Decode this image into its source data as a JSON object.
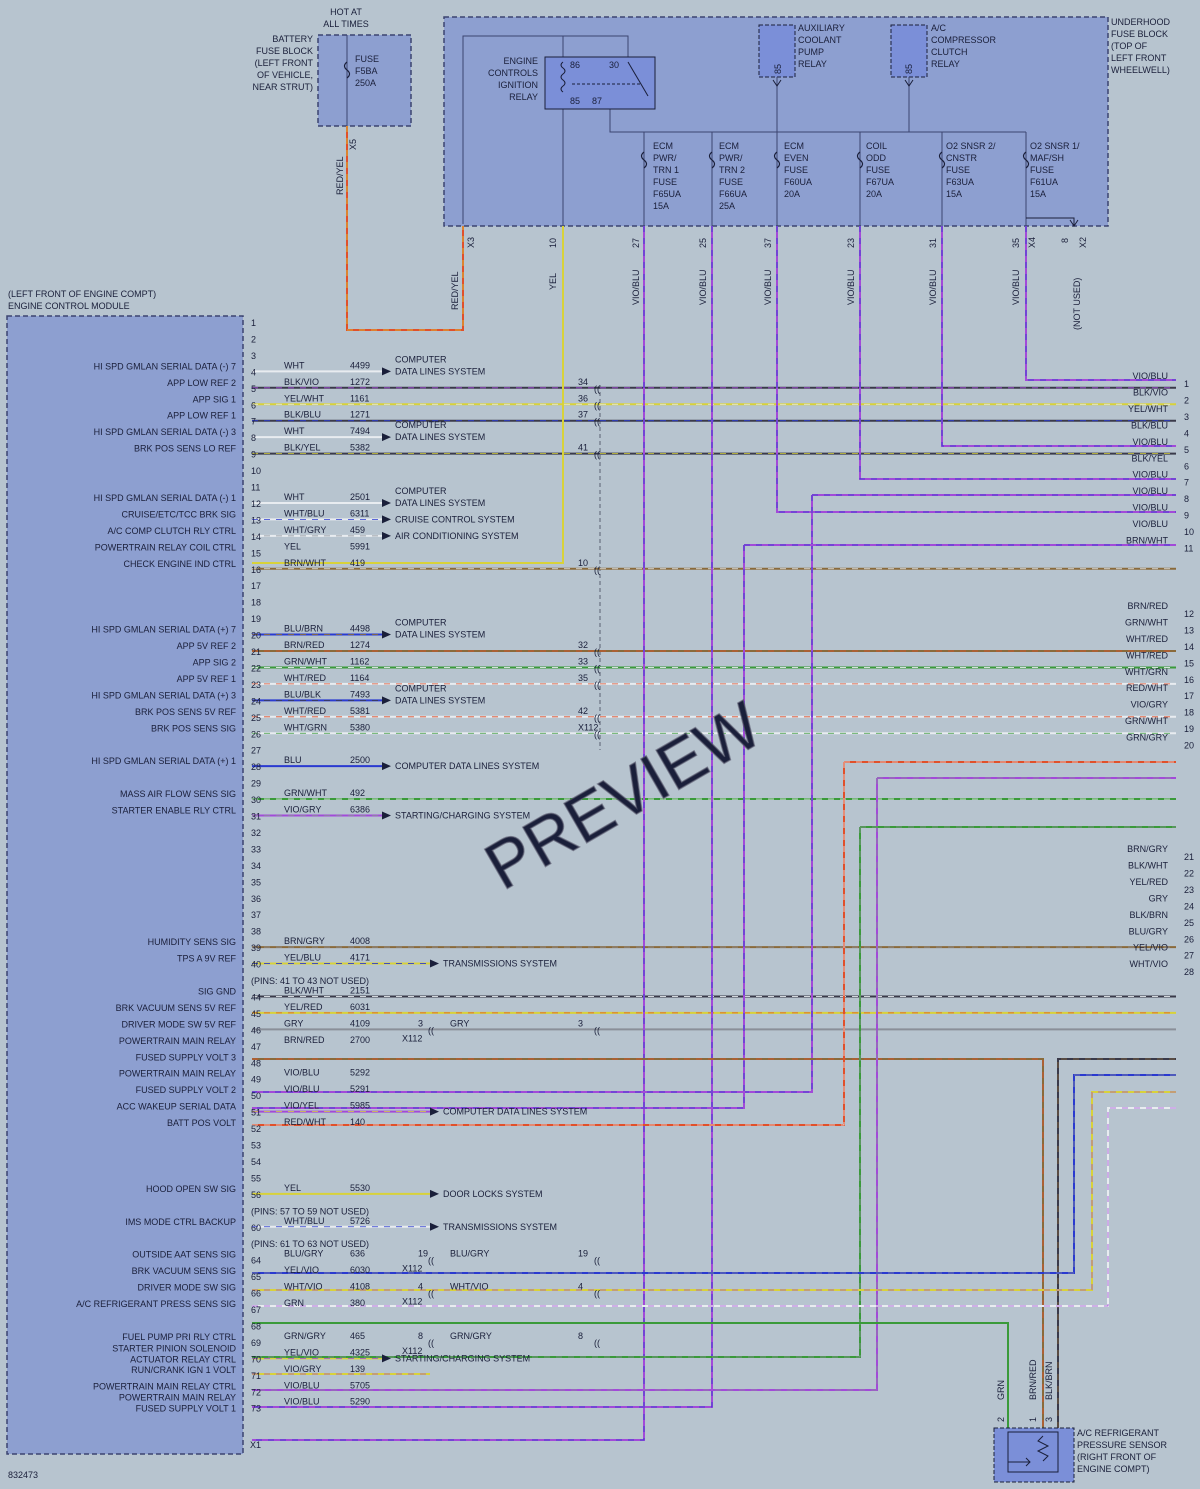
{
  "diagram_id": "832473",
  "watermark": "PREVIEW",
  "hot_label": [
    "HOT AT",
    "ALL TIMES"
  ],
  "battery_block": {
    "label": [
      "BATTERY",
      "FUSE BLOCK",
      "(LEFT FRONT",
      "OF VEHICLE,",
      "NEAR STRUT)"
    ],
    "fuse": [
      "FUSE",
      "F5BA",
      "250A"
    ],
    "connector": "X5",
    "wire": "RED/YEL"
  },
  "underhood_block": {
    "label": [
      "UNDERHOOD",
      "FUSE BLOCK",
      "(TOP OF",
      "LEFT FRONT",
      "WHEELWELL)"
    ],
    "relay": {
      "label": [
        "ENGINE",
        "CONTROLS",
        "IGNITION",
        "RELAY"
      ],
      "pins": [
        "86",
        "30",
        "85",
        "87"
      ]
    },
    "aux_relay": {
      "label": [
        "AUXILIARY",
        "COOLANT",
        "PUMP",
        "RELAY"
      ],
      "pin": "85"
    },
    "ac_relay": {
      "label": [
        "A/C",
        "COMPRESSOR",
        "CLUTCH",
        "RELAY"
      ],
      "pin": "85"
    },
    "fuses": [
      {
        "label": [
          "ECM",
          "PWR/",
          "TRN 1",
          "FUSE",
          "F65UA",
          "15A"
        ],
        "cavity": "27",
        "wire": "VIO/BLU"
      },
      {
        "label": [
          "ECM",
          "PWR/",
          "TRN 2",
          "FUSE",
          "F66UA",
          "25A"
        ],
        "cavity": "25",
        "wire": "VIO/BLU"
      },
      {
        "label": [
          "ECM",
          "EVEN",
          "FUSE",
          "F60UA",
          "20A"
        ],
        "cavity": "37",
        "wire": "VIO/BLU"
      },
      {
        "label": [
          "COIL",
          "ODD",
          "FUSE",
          "F67UA",
          "20A"
        ],
        "cavity": "23",
        "wire": "VIO/BLU"
      },
      {
        "label": [
          "O2 SNSR 2/",
          "CNSTR",
          "FUSE",
          "F63UA",
          "15A"
        ],
        "cavity": "31",
        "wire": "VIO/BLU"
      },
      {
        "label": [
          "O2 SNSR 1/",
          "MAF/SH",
          "FUSE",
          "F61UA",
          "15A"
        ],
        "cavity": "35",
        "wire": "VIO/BLU"
      }
    ],
    "connector_x3": "X3",
    "connector_x4": "X4",
    "connector_x2": "X2",
    "relay_cavity": "10",
    "relay_wire": "YEL",
    "x3_wire": "RED/YEL",
    "x2_cavity": "8",
    "not_used": "(NOT USED)"
  },
  "ecm": {
    "label": [
      "(LEFT FRONT OF ENGINE COMPT)",
      "ENGINE CONTROL MODULE"
    ],
    "connector": "X1"
  },
  "pins": [
    {
      "p": "1"
    },
    {
      "p": "2"
    },
    {
      "p": "3"
    },
    {
      "p": "4",
      "wire": "WHT",
      "circuit": "4499",
      "dest": "COMPUTER|DATA LINES SYSTEM",
      "sig": "HI SPD GMLAN SERIAL DATA (-) 7"
    },
    {
      "p": "5",
      "wire": "BLK/VIO",
      "circuit": "1272",
      "sig": "APP LOW REF 2",
      "c1": "34",
      "rw": "BLK/VIO",
      "rp": "2"
    },
    {
      "p": "6",
      "wire": "YEL/WHT",
      "circuit": "1161",
      "sig": "APP SIG 1",
      "c1": "36",
      "rw": "YEL/WHT",
      "rp": "3"
    },
    {
      "p": "7",
      "wire": "BLK/BLU",
      "circuit": "1271",
      "sig": "APP LOW REF 1",
      "c1": "37",
      "rw": "BLK/BLU",
      "rp": "4"
    },
    {
      "p": "8",
      "wire": "WHT",
      "circuit": "7494",
      "dest": "COMPUTER|DATA LINES SYSTEM",
      "sig": "HI SPD GMLAN SERIAL DATA (-) 3"
    },
    {
      "p": "9",
      "wire": "BLK/YEL",
      "circuit": "5382",
      "sig": "BRK POS SENS LO REF",
      "c1": "41",
      "rw": "BLK/YEL",
      "rp": "6"
    },
    {
      "p": "10"
    },
    {
      "p": "11"
    },
    {
      "p": "12",
      "wire": "WHT",
      "circuit": "2501",
      "dest": "COMPUTER|DATA LINES SYSTEM",
      "sig": "HI SPD GMLAN SERIAL DATA (-) 1"
    },
    {
      "p": "13",
      "wire": "WHT/BLU",
      "circuit": "6311",
      "dest": "CRUISE CONTROL SYSTEM",
      "sig": "CRUISE/ETC/TCC BRK SIG"
    },
    {
      "p": "14",
      "wire": "WHT/GRY",
      "circuit": "459",
      "dest": "AIR CONDITIONING SYSTEM",
      "sig": "A/C COMP CLUTCH RLY CTRL"
    },
    {
      "p": "15",
      "wire": "YEL",
      "circuit": "5991",
      "sig": "POWERTRAIN RELAY COIL CTRL"
    },
    {
      "p": "16",
      "wire": "BRN/WHT",
      "circuit": "419",
      "sig": "CHECK ENGINE IND CTRL",
      "c1": "10",
      "rw": "BRN/WHT",
      "rp": "11"
    },
    {
      "p": "17"
    },
    {
      "p": "18"
    },
    {
      "p": "19"
    },
    {
      "p": "20",
      "wire": "BLU/BRN",
      "circuit": "4498",
      "dest": "COMPUTER|DATA LINES SYSTEM",
      "sig": "HI SPD GMLAN SERIAL DATA (+) 7"
    },
    {
      "p": "21",
      "wire": "BRN/RED",
      "circuit": "1274",
      "sig": "APP 5V REF 2",
      "c1": "32",
      "rw": "BRN/RED",
      "rp": "12"
    },
    {
      "p": "22",
      "wire": "GRN/WHT",
      "circuit": "1162",
      "sig": "APP SIG 2",
      "c1": "33",
      "rw": "GRN/WHT",
      "rp": "13"
    },
    {
      "p": "23",
      "wire": "WHT/RED",
      "circuit": "1164",
      "sig": "APP 5V REF 1",
      "c1": "35",
      "rw": "WHT/RED",
      "rp": "14"
    },
    {
      "p": "24",
      "wire": "BLU/BLK",
      "circuit": "7493",
      "dest": "COMPUTER|DATA LINES SYSTEM",
      "sig": "HI SPD GMLAN SERIAL DATA (+) 3"
    },
    {
      "p": "25",
      "wire": "WHT/RED",
      "circuit": "5381",
      "sig": "BRK POS SENS 5V REF",
      "c1": "42",
      "rw": "WHT/RED",
      "rp": "15"
    },
    {
      "p": "26",
      "wire": "WHT/GRN",
      "circuit": "5380",
      "sig": "BRK POS SENS SIG",
      "c1": "X112",
      "rw": "WHT/GRN",
      "rp": "16"
    },
    {
      "p": "27"
    },
    {
      "p": "28",
      "wire": "BLU",
      "circuit": "2500",
      "dest": "COMPUTER DATA LINES SYSTEM",
      "sig": "HI SPD GMLAN SERIAL DATA (+) 1"
    },
    {
      "p": "29"
    },
    {
      "p": "30",
      "wire": "GRN/WHT",
      "circuit": "492",
      "sig": "MASS AIR FLOW SENS SIG",
      "rw": "GRN/WHT",
      "rp": "19"
    },
    {
      "p": "31",
      "wire": "VIO/GRY",
      "circuit": "6386",
      "dest": "STARTING/CHARGING SYSTEM",
      "sig": "STARTER ENABLE RLY CTRL"
    },
    {
      "p": "32"
    },
    {
      "p": "33"
    },
    {
      "p": "34"
    },
    {
      "p": "35"
    },
    {
      "p": "36"
    },
    {
      "p": "37"
    },
    {
      "p": "38"
    },
    {
      "p": "39",
      "wire": "BRN/GRY",
      "circuit": "4008",
      "sig": "HUMIDITY SENS SIG",
      "rw": "BRN/GRY",
      "rp": "21"
    },
    {
      "p": "40",
      "wire": "YEL/BLU",
      "circuit": "4171",
      "dest": "TRANSMISSIONS SYSTEM",
      "sig": "TPS A 9V REF"
    },
    {
      "p": "",
      "note": "(PINS: 41 TO 43 NOT USED)"
    },
    {
      "p": "44",
      "wire": "BLK/WHT",
      "circuit": "2151",
      "sig": "SIG GND",
      "rw": "BLK/WHT",
      "rp": "22"
    },
    {
      "p": "45",
      "wire": "YEL/RED",
      "circuit": "6031",
      "sig": "BRK VACUUM SENS 5V REF",
      "rw": "YEL/RED",
      "rp": "23"
    },
    {
      "p": "46",
      "wire": "GRY",
      "circuit": "4109",
      "sig": "DRIVER MODE SW 5V REF",
      "c1": "3",
      "c2": "X112",
      "w2": "GRY",
      "rw": "GRY",
      "rp": "24"
    },
    {
      "p": "47",
      "wire": "BRN/RED",
      "circuit": "2700",
      "sig": "POWERTRAIN MAIN RELAY"
    },
    {
      "p": "48",
      "sig": "FUSED SUPPLY VOLT 3"
    },
    {
      "p": "49",
      "wire": "VIO/BLU",
      "circuit": "5292",
      "sig": "POWERTRAIN MAIN RELAY"
    },
    {
      "p": "50",
      "wire": "VIO/BLU",
      "circuit": "5291",
      "sig": "FUSED SUPPLY VOLT 2"
    },
    {
      "p": "51",
      "wire": "VIO/YEL",
      "circuit": "5985",
      "dest": "COMPUTER DATA LINES SYSTEM",
      "sig": "ACC WAKEUP SERIAL DATA"
    },
    {
      "p": "52",
      "wire": "RED/WHT",
      "circuit": "140",
      "sig": "BATT POS VOLT"
    },
    {
      "p": "53"
    },
    {
      "p": "54"
    },
    {
      "p": "55"
    },
    {
      "p": "56",
      "wire": "YEL",
      "circuit": "5530",
      "dest": "DOOR LOCKS SYSTEM",
      "sig": "HOOD OPEN SW SIG"
    },
    {
      "p": "",
      "note": "(PINS: 57 TO 59 NOT USED)"
    },
    {
      "p": "60",
      "wire": "WHT/BLU",
      "circuit": "5726",
      "dest": "TRANSMISSIONS SYSTEM",
      "sig": "IMS MODE CTRL BACKUP"
    },
    {
      "p": "",
      "note": "(PINS: 61 TO 63 NOT USED)"
    },
    {
      "p": "64",
      "wire": "BLU/GRY",
      "circuit": "636",
      "sig": "OUTSIDE AAT SENS SIG",
      "c1": "19",
      "c2": "X112",
      "w2": "BLU/GRY"
    },
    {
      "p": "65",
      "wire": "YEL/VIO",
      "circuit": "6030",
      "sig": "BRK VACUUM SENS SIG"
    },
    {
      "p": "66",
      "wire": "WHT/VIO",
      "circuit": "4108",
      "sig": "DRIVER MODE SW SIG",
      "c1": "4",
      "c2": "X112",
      "w2": "WHT/VIO"
    },
    {
      "p": "67",
      "wire": "GRN",
      "circuit": "380",
      "sig": "A/C REFRIGERANT PRESS SENS SIG"
    },
    {
      "p": "68"
    },
    {
      "p": "69",
      "wire": "GRN/GRY",
      "circuit": "465",
      "sig": "FUEL PUMP PRI RLY CTRL",
      "c1": "8",
      "c2": "X112",
      "w2": "GRN/GRY"
    },
    {
      "p": "70",
      "wire": "YEL/VIO",
      "circuit": "4325",
      "dest": "STARTING/CHARGING SYSTEM",
      "sig": "STARTER PINION SOLENOID|ACTUATOR RELAY CTRL"
    },
    {
      "p": "71",
      "wire": "VIO/GRY",
      "circuit": "139",
      "sig": "RUN/CRANK IGN 1 VOLT"
    },
    {
      "p": "72",
      "wire": "VIO/BLU",
      "circuit": "5705",
      "sig": "POWERTRAIN MAIN RELAY CTRL"
    },
    {
      "p": "73",
      "wire": "VIO/BLU",
      "circuit": "5290",
      "sig": "POWERTRAIN MAIN RELAY|FUSED SUPPLY VOLT 1"
    }
  ],
  "right_edge": [
    {
      "p": "1",
      "wire": "VIO/BLU"
    },
    {
      "p": "2",
      "wire": "BLK/VIO"
    },
    {
      "p": "3",
      "wire": "YEL/WHT"
    },
    {
      "p": "4",
      "wire": "BLK/BLU"
    },
    {
      "p": "5",
      "wire": "VIO/BLU"
    },
    {
      "p": "6",
      "wire": "BLK/YEL"
    },
    {
      "p": "7",
      "wire": "VIO/BLU"
    },
    {
      "p": "8",
      "wire": "VIO/BLU"
    },
    {
      "p": "9",
      "wire": "VIO/BLU"
    },
    {
      "p": "10",
      "wire": "VIO/BLU"
    },
    {
      "p": "11",
      "wire": "BRN/WHT"
    },
    {
      "p": "12",
      "wire": "BRN/RED"
    },
    {
      "p": "13",
      "wire": "GRN/WHT"
    },
    {
      "p": "14",
      "wire": "WHT/RED"
    },
    {
      "p": "15",
      "wire": "WHT/RED"
    },
    {
      "p": "16",
      "wire": "WHT/GRN"
    },
    {
      "p": "17",
      "wire": "RED/WHT"
    },
    {
      "p": "18",
      "wire": "VIO/GRY"
    },
    {
      "p": "19",
      "wire": "GRN/WHT"
    },
    {
      "p": "20",
      "wire": "GRN/GRY"
    },
    {
      "p": "21",
      "wire": "BRN/GRY"
    },
    {
      "p": "22",
      "wire": "BLK/WHT"
    },
    {
      "p": "23",
      "wire": "YEL/RED"
    },
    {
      "p": "24",
      "wire": "GRY"
    },
    {
      "p": "25",
      "wire": "BLK/BRN"
    },
    {
      "p": "26",
      "wire": "BLU/GRY"
    },
    {
      "p": "27",
      "wire": "YEL/VIO"
    },
    {
      "p": "28",
      "wire": "WHT/VIO"
    }
  ],
  "sensor": {
    "label": [
      "A/C REFRIGERANT",
      "PRESSURE SENSOR",
      "(RIGHT FRONT OF",
      "ENGINE COMPT)"
    ],
    "pins": [
      {
        "p": "2",
        "wire": "GRN"
      },
      {
        "p": "1",
        "wire": "BRN/RED"
      },
      {
        "p": "3",
        "wire": "BLK/BRN"
      }
    ]
  },
  "colors": {
    "background": "#b7c4cf",
    "block_fill": "#8d9fd0",
    "block_stroke": "#3c4470",
    "relay_fill": "#7b8fd8",
    "violet_wire": "#a24ad8",
    "red_wire": "#e0502b",
    "yellow_wire": "#d8d23a",
    "green_wire": "#3a9a3a",
    "brown_wire": "#8a6a3a",
    "blue_wire": "#2a3ad0"
  }
}
